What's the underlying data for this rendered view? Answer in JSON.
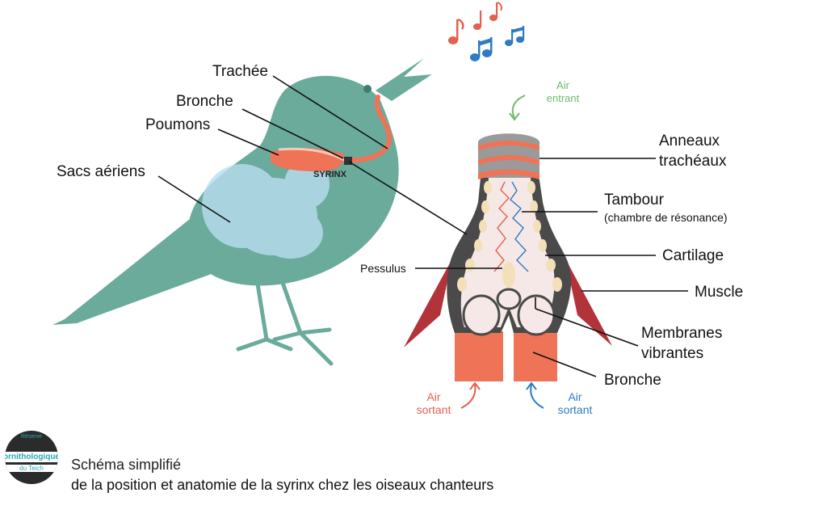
{
  "labels": {
    "trachee": "Trachée",
    "bronche_bird": "Bronche",
    "poumons": "Poumons",
    "sacs_aeriens": "Sacs aériens",
    "syrinx": "SYRINX",
    "anneaux_line1": "Anneaux",
    "anneaux_line2": "trachéaux",
    "tambour": "Tambour",
    "tambour_sub": "(chambre de résonance)",
    "cartilage": "Cartilage",
    "muscle": "Muscle",
    "pessulus": "Pessulus",
    "membranes_line1": "Membranes",
    "membranes_line2": "vibrantes",
    "bronche_detail": "Bronche"
  },
  "air_notes": {
    "entrant_line1": "Air",
    "entrant_line2": "entrant",
    "sortant_left_line1": "Air",
    "sortant_left_line2": "sortant",
    "sortant_right_line1": "Air",
    "sortant_right_line2": "sortant"
  },
  "footer": {
    "caption_line1": "Schéma simplifié",
    "caption_line2": "de la position et anatomie de la syrinx chez les oiseaux chanteurs",
    "logo_top": "Réserve",
    "logo_mid": "ornithologique",
    "logo_bot": "du Teich"
  },
  "colors": {
    "bird": "#6aab9c",
    "orange": "#ef7356",
    "air_sac": "#b9dff0",
    "muscle": "#b3333a",
    "outline_dark": "#4a4a4a",
    "cartilage": "#f3dfb8",
    "membrane": "#f6e8e6",
    "green_note": "#6fb86f",
    "red_note": "#e4604f",
    "blue_note": "#2f7ac4"
  }
}
